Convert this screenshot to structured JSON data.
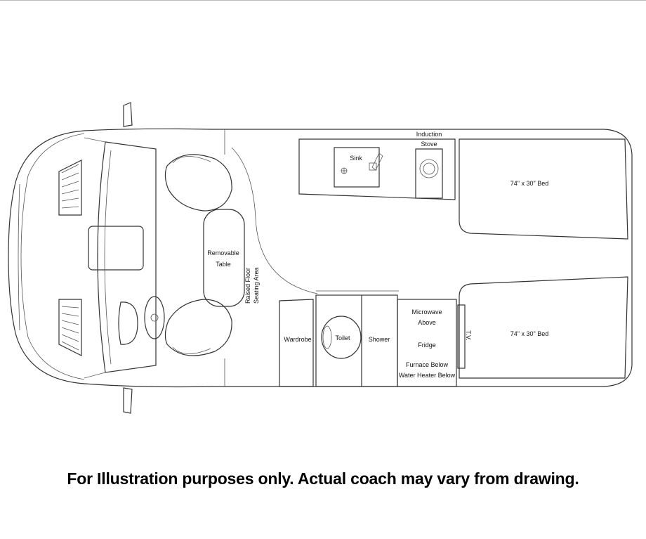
{
  "labels": {
    "induction_line1": "Induction",
    "induction_line2": "Stove",
    "sink": "Sink",
    "bed_top": "74\" x 30\" Bed",
    "bed_bottom": "74\" x 30\" Bed",
    "removable_line1": "Removable",
    "removable_line2": "Table",
    "raised_line1": "Raised Floor",
    "raised_line2": "Seating Area",
    "wardrobe": "Wardrobe",
    "toilet": "Toilet",
    "shower": "Shower",
    "microwave_line1": "Microwave",
    "microwave_line2": "Above",
    "fridge": "Fridge",
    "furnace": "Furnace Below",
    "water_heater": "Water Heater Below",
    "tv": "T.V."
  },
  "disclaimer": "For Illustration purposes only.  Actual coach may vary from drawing."
}
